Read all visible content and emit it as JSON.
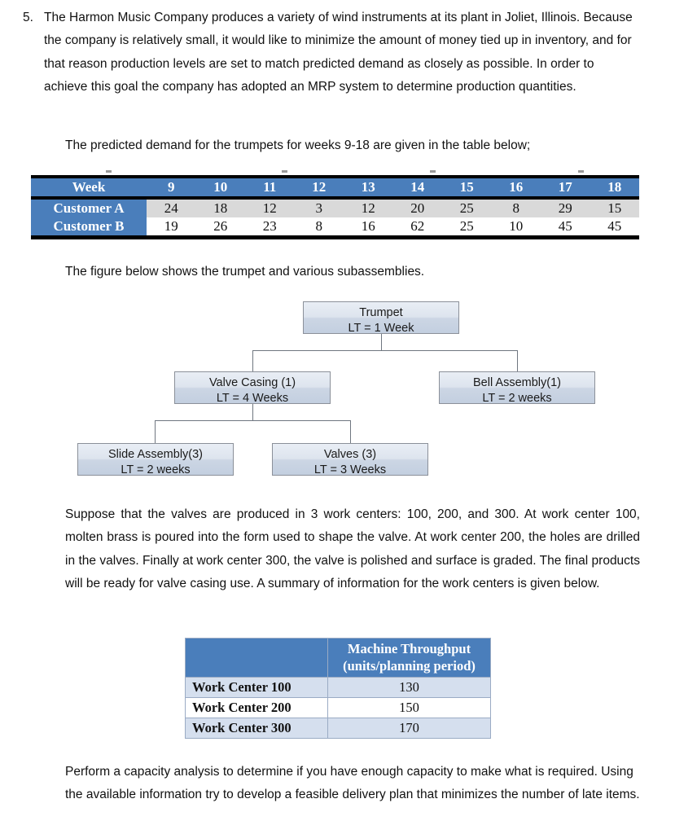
{
  "question": {
    "number": "5.",
    "intro": "The Harmon Music Company produces a variety of wind instruments at its plant in Joliet, Illinois. Because the company is relatively small, it would like to minimize the amount of money tied up in inventory, and for that reason production levels are set to match predicted demand as closely as possible. In order to achieve this goal the company has adopted an MRP system to determine production quantities.",
    "demand_intro": "The predicted demand for the trumpets for weeks 9-18 are given in the table below;",
    "figure_intro": "The figure below shows the trumpet and various subassemblies.",
    "work_centers_para": "Suppose that the valves are produced in 3 work centers: 100, 200, and 300. At work center 100, molten brass is poured into the form used to shape the valve. At work center 200, the holes are drilled in the valves.  Finally at  work  center  300,  the  valve  is  polished  and surface is graded. The final products will be ready for valve casing use. A summary of information for the work centers is given below.",
    "final_para": "Perform a capacity analysis to determine if you have enough capacity to make what is required. Using the available information try to develop a feasible delivery plan that minimizes the number of late items."
  },
  "demand_table": {
    "header_label": "Week",
    "weeks": [
      "9",
      "10",
      "11",
      "12",
      "13",
      "14",
      "15",
      "16",
      "17",
      "18"
    ],
    "rows": [
      {
        "label": "Customer A",
        "values": [
          "24",
          "18",
          "12",
          "3",
          "12",
          "20",
          "25",
          "8",
          "29",
          "15"
        ]
      },
      {
        "label": "Customer B",
        "values": [
          "19",
          "26",
          "23",
          "8",
          "16",
          "62",
          "25",
          "10",
          "45",
          "45"
        ]
      }
    ],
    "header_bg": "#4A7EBB",
    "header_text_color": "#FFFFFF",
    "row_a_bg": "#D9D9D9",
    "row_b_bg": "#FFFFFF",
    "rule_color": "#000000"
  },
  "bom_tree": {
    "nodes": [
      {
        "id": "trumpet",
        "line1": "Trumpet",
        "line2": "LT = 1 Week"
      },
      {
        "id": "valve-casing",
        "line1": "Valve Casing (1)",
        "line2": "LT = 4 Weeks"
      },
      {
        "id": "bell-assembly",
        "line1": "Bell Assembly(1)",
        "line2": "LT = 2 weeks"
      },
      {
        "id": "slide-assembly",
        "line1": "Slide Assembly(3)",
        "line2": "LT = 2 weeks"
      },
      {
        "id": "valves",
        "line1": "Valves (3)",
        "line2": "LT = 3 Weeks"
      }
    ],
    "node_border_color": "#8B9099",
    "connector_color": "#6F7680"
  },
  "work_center_table": {
    "header_blank": "",
    "header_line1": "Machine Throughput",
    "header_line2": "(units/planning period)",
    "rows": [
      {
        "name": "Work Center 100",
        "value": "130"
      },
      {
        "name": "Work Center 200",
        "value": "150"
      },
      {
        "name": "Work Center 300",
        "value": "170"
      }
    ],
    "header_bg": "#4A7EBB",
    "shade_bg": "#D5DFEE",
    "border_color": "#9AABC4"
  }
}
